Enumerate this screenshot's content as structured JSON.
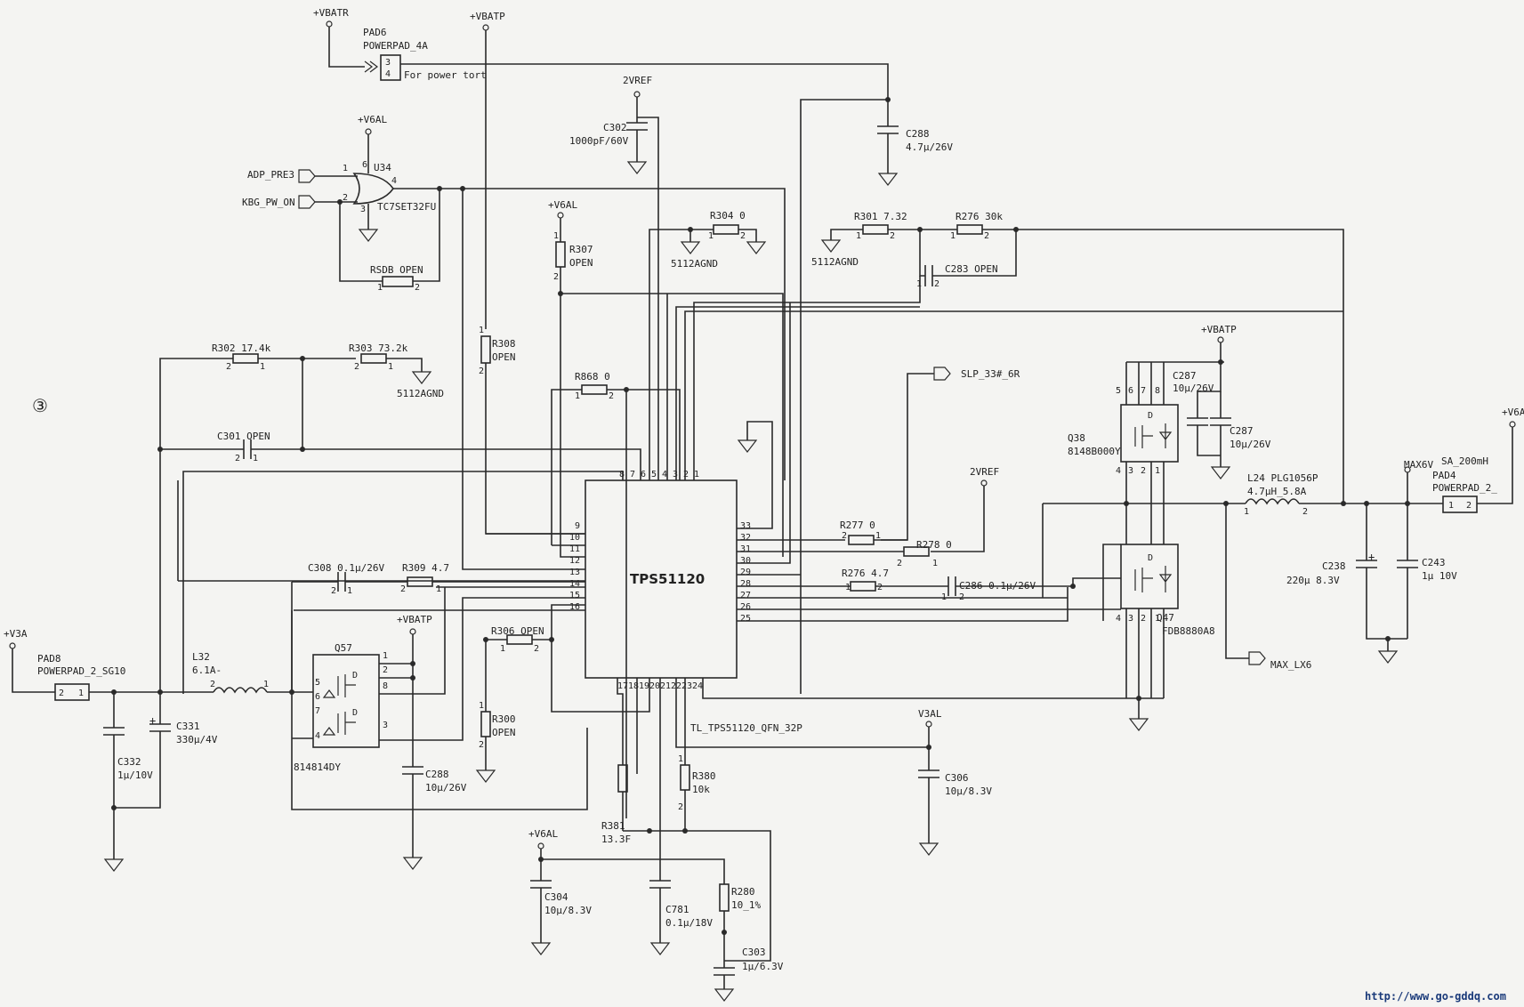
{
  "rails": {
    "vbatr": "+VBATR",
    "vbatp_top": "+VBATP",
    "v6al_u34": "+V6AL",
    "v6al_r307": "+V6AL",
    "vref_top": "2VREF",
    "vref_mid": "2VREF",
    "vbatp_q38": "+VBATP",
    "v6a": "+V6A",
    "max6v": "MAX6V",
    "v3a": "+V3A",
    "vbatp_q57": "+VBATP",
    "v3al": "V3AL",
    "v6al_bottom": "+V6AL"
  },
  "pads": {
    "pad6_name": "PAD6",
    "pad6_type": "POWERPAD_4A",
    "pad6_note": "For power tort",
    "pad4_name": "PAD4",
    "pad4_type": "POWERPAD_2_",
    "pad4_rating": "SA_200mH",
    "pad8_name": "PAD8",
    "pad8_type": "POWERPAD_2_SG10"
  },
  "u34": {
    "ref": "U34",
    "part": "TC7SET32FU",
    "in1": "ADP_PRE3",
    "in2": "KBG_PW_ON"
  },
  "ic": {
    "name": "TPS51120",
    "footprint": "TL_TPS51120_QFN_32P"
  },
  "components": {
    "r302": "R302  17.4k",
    "r303": "R303  73.2k",
    "agnd1": "5112AGND",
    "c301": "C301  OPEN",
    "r308": "R308",
    "r308_val": "OPEN",
    "r307": "R307",
    "r307_val": "OPEN",
    "rsdb": "RSDB  OPEN",
    "c302": "C302",
    "c302_val": "1000pF/60V",
    "r304": "R304  0",
    "agnd2": "5112AGND",
    "c288_top": "C288",
    "c288_top_val": "4.7µ/26V",
    "r301": "R301  7.32",
    "r276a": "R276  30k",
    "agnd3": "5112AGND",
    "c283": "C283  OPEN",
    "r868": "R868  0",
    "slp": "SLP_33#_6R",
    "c287a": "C287",
    "c287a_val": "10µ/26V",
    "c287b": "C287",
    "c287b_val": "10µ/26V",
    "q38": "Q38",
    "q38_part": "8148B000Y",
    "r277": "R277  0",
    "r278": "R278  0",
    "r276b": "R276  4.7",
    "c286": "C286  0.1µ/26V",
    "l24": "L24  PLG1056P",
    "l24_val": "4.7µH_5.8A",
    "c238": "C238",
    "c238_val": "220µ  8.3V",
    "c243": "C243",
    "c243_val": "1µ  10V",
    "q47": "Q47",
    "q47_part": "FDB8880A8",
    "max_lx6": "MAX_LX6",
    "c308": "C308  0.1µ/26V",
    "r309": "R309  4.7",
    "l32": "L32",
    "l32_val": "6.1A-",
    "q57": "Q57",
    "q57_part": "814814DY",
    "c331": "C331",
    "c331_val": "330µ/4V",
    "c332": "C332",
    "c332_val": "1µ/10V",
    "c288_bot": "C288",
    "c288_bot_val": "10µ/26V",
    "r306": "R306  OPEN",
    "r300": "R300",
    "r300_val": "OPEN",
    "r380": "R380",
    "r380_val": "10k",
    "r381": "R381",
    "r381_val": "13.3F",
    "c306": "C306",
    "c306_val": "10µ/8.3V",
    "c304": "C304",
    "c304_val": "10µ/8.3V",
    "c781": "C781",
    "c781_val": "0.1µ/18V",
    "r280": "R280",
    "r280_val": "10_1%",
    "c303": "C303",
    "c303_val": "1µ/6.3V"
  },
  "margin_mark": "③",
  "watermark": "http://www.go-gddq.com"
}
